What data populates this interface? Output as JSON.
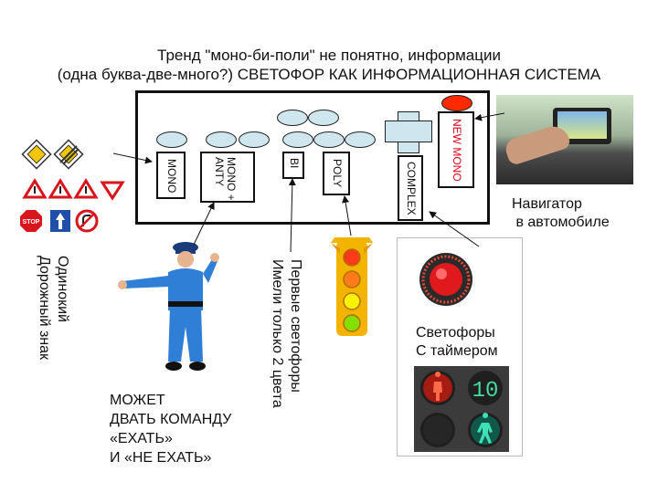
{
  "title": {
    "line1": "Тренд \"моно-би-поли\" не понятно, информации",
    "line2": "(одна буква-две-много?) СВЕТОФОР КАК ИНФОРМАЦИОННАЯ СИСТЕМА"
  },
  "board": {
    "mono": "MONO",
    "mono_anty": "MONO +\nANTY",
    "bi": "BI",
    "poly": "POLY",
    "complex": "COMPLEX",
    "new_mono": "NEW MONO"
  },
  "captions": {
    "navigator": "Навигатор\n в автомобиле",
    "road_sign": "Одинокий\nДорожный знак",
    "first_lights": "Первые светофоры\nИмели только 2 цвета",
    "timer_lights": "Светофоры\nС таймером",
    "policeman": "МОЖЕТ\nДВАТЬ КОМАНДУ\n«ЕХАТЬ»\nИ «НЕ ЕХАТЬ»"
  },
  "signs": {
    "stop": "STOP"
  },
  "colors": {
    "oval_fill": "#cfe6ee",
    "new_mono_text": "#e0001b",
    "red_light": "#ff2a00",
    "sign_blue": "#1f4fa8",
    "sign_red": "#d8141c"
  },
  "icons": [
    "priority-road-sign-icon",
    "warning-sign-icon",
    "stop-sign-icon",
    "one-way-sign-icon",
    "no-turn-sign-icon",
    "policeman-icon",
    "traffic-light-icon",
    "timer-light-icon",
    "pedestrian-light-icon",
    "navigator-photo-icon"
  ]
}
